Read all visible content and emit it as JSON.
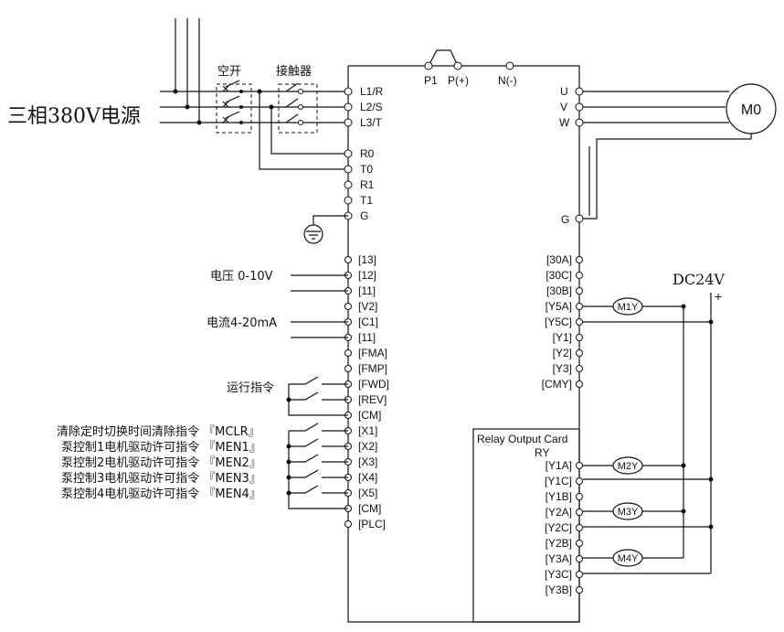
{
  "power": {
    "source_label": "三相380V电源",
    "breaker_label": "空开",
    "contactor_label": "接触器"
  },
  "top_terminals": [
    "P1",
    "P(+)",
    "N(-)"
  ],
  "left_power_terminals": [
    "L1/R",
    "L2/S",
    "L3/T"
  ],
  "left_aux_terminals": [
    "R0",
    "T0",
    "R1",
    "T1",
    "G"
  ],
  "left_analog_terminals": [
    "[13]",
    "[12]",
    "[11]",
    "[V2]",
    "[C1]",
    "[11]",
    "[FMA]",
    "[FMP]"
  ],
  "left_digital_terminals": [
    "[FWD]",
    "[REV]",
    "[CM]",
    "[X1]",
    "[X2]",
    "[X3]",
    "[X4]",
    "[X5]",
    "[CM]",
    "[PLC]"
  ],
  "analog_labels": {
    "voltage": "电压 0-10V",
    "current": "电流4-20mA"
  },
  "run_command_label": "运行指令",
  "input_labels": [
    "清除定时切换时间清除指令 『MCLR』",
    "泵控制1电机驱动许可指令 『MEN1』",
    "泵控制2电机驱动许可指令 『MEN2』",
    "泵控制3电机驱动许可指令 『MEN3』",
    "泵控制4电机驱动许可指令 『MEN4』"
  ],
  "right_output_terminals": [
    "U",
    "V",
    "W"
  ],
  "motor_label": "M0",
  "right_ground_terminal": "G",
  "right_control_terminals": [
    "[30A]",
    "[30C]",
    "[30B]",
    "[Y5A]",
    "[Y5C]",
    "[Y1]",
    "[Y2]",
    "[Y3]",
    "[CMY]"
  ],
  "dc_supply": {
    "label": "DC24V",
    "plus": "+"
  },
  "relay_card": {
    "title": "Relay Output Card",
    "subtitle": "RY",
    "terminals": [
      "[Y1A]",
      "[Y1C]",
      "[Y1B]",
      "[Y2A]",
      "[Y2C]",
      "[Y2B]",
      "[Y3A]",
      "[Y3C]",
      "[Y3B]"
    ]
  },
  "coils": [
    "M1Y",
    "M2Y",
    "M3Y",
    "M4Y"
  ]
}
